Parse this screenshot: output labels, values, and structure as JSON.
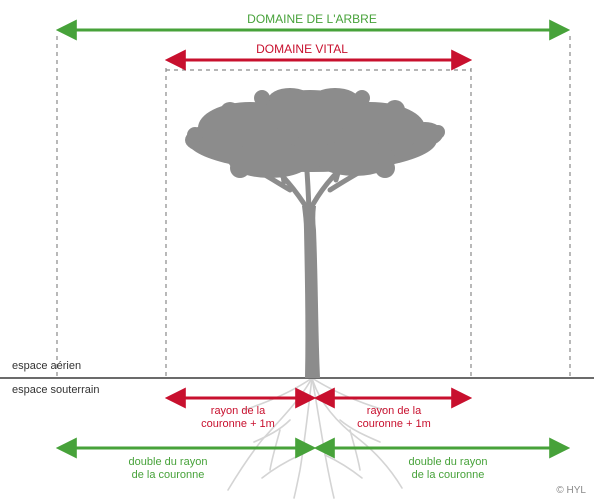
{
  "labels": {
    "tree_domain": "DOMAINE DE L'ARBRE",
    "vital_domain": "DOMAINE VITAL",
    "aerial_space": "espace aérien",
    "underground_space": "espace souterrain",
    "crown_radius_line1": "rayon de la",
    "crown_radius_line2": "couronne + 1m",
    "double_radius_line1": "double du rayon",
    "double_radius_line2": "de la couronne",
    "copyright": "© HYL"
  },
  "colors": {
    "green": "#47a23a",
    "red": "#c8102e",
    "tree": "#8c8c8c",
    "roots": "#d9d9d9",
    "ground": "#6b6b6b",
    "dash": "#8a8a8a",
    "text": "#333333"
  }
}
